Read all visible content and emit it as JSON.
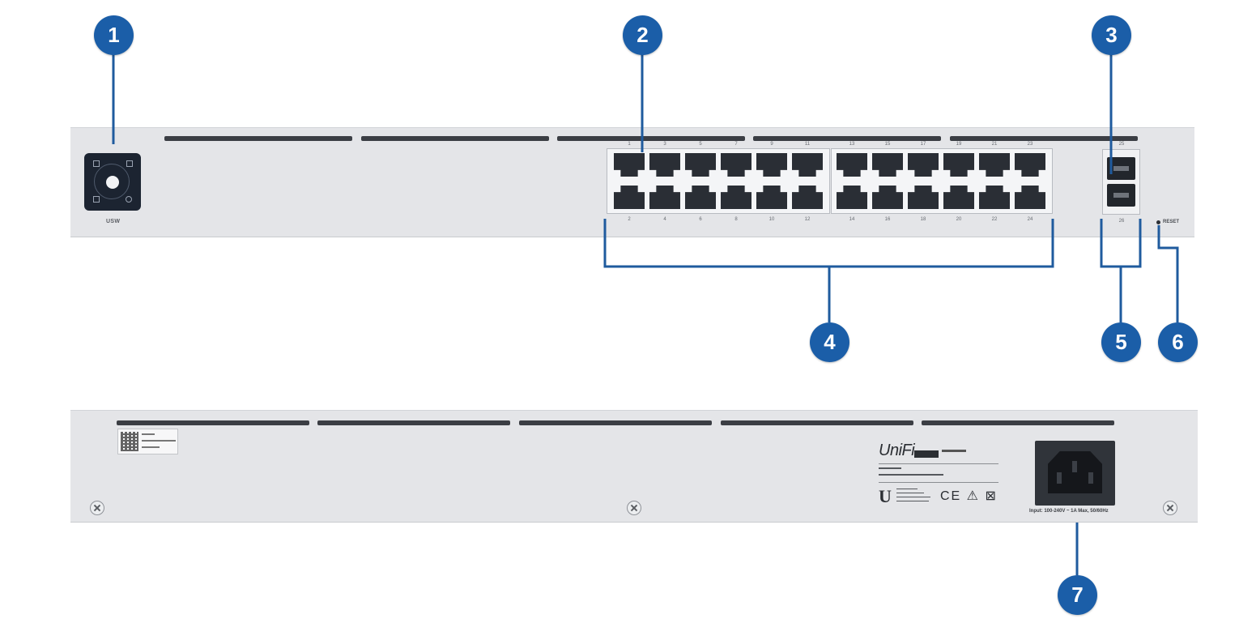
{
  "callouts": [
    {
      "id": "1",
      "label": "1"
    },
    {
      "id": "2",
      "label": "2"
    },
    {
      "id": "3",
      "label": "3"
    },
    {
      "id": "4",
      "label": "4"
    },
    {
      "id": "5",
      "label": "5"
    },
    {
      "id": "6",
      "label": "6"
    },
    {
      "id": "7",
      "label": "7"
    }
  ],
  "front_panel": {
    "model_label": "USW",
    "port_numbers_top": [
      "1",
      "3",
      "5",
      "7",
      "9",
      "11",
      "13",
      "15",
      "17",
      "19",
      "21",
      "23"
    ],
    "port_numbers_bottom": [
      "2",
      "4",
      "6",
      "8",
      "10",
      "12",
      "14",
      "16",
      "18",
      "20",
      "22",
      "24"
    ],
    "sfp_top_number": "25",
    "sfp_bottom_number": "26",
    "reset_label": "RESET"
  },
  "rear_panel": {
    "brand": "UniFi",
    "power_input_label": "Input: 100-240V ~ 1A Max, 50/60Hz",
    "cert_marks": "CE ⚠ ⊠"
  },
  "colors": {
    "callout": "#1b5ea8",
    "callout_line": "#1f5b9e",
    "panel": "#e4e5e8",
    "port": "#2a2e35"
  }
}
